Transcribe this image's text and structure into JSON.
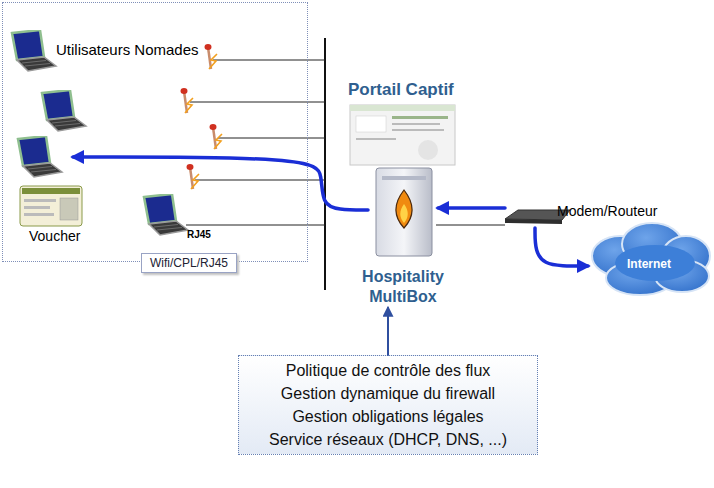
{
  "diagram": {
    "nodes": [
      {
        "text": [
          "Utilisateurs Nomades",
          "Wifi/CPL/RJ45"
        ]
      },
      {
        "text": [
          "Voucher"
        ],
        "in": 0
      },
      {
        "text": [
          "Portail Captif"
        ]
      },
      {
        "text": [
          "Hospitality MultiBox"
        ]
      },
      {
        "text": [
          "Modem/Routeur"
        ]
      },
      {
        "text": [
          "Internet"
        ]
      },
      {
        "text": [
          "Politique de contrôle des flux",
          "Gestion dynamique du firewall",
          "Gestion obligations légales",
          "Service réseaux (DHCP, DNS, ...)"
        ]
      }
    ],
    "edges": [
      {
        "from": 3,
        "to": 1,
        "arrow": "to"
      },
      {
        "from": 4,
        "to": 3,
        "arrow": "to"
      },
      {
        "from": 4,
        "to": 5,
        "arrow": "to"
      },
      {
        "from": 6,
        "to": 3,
        "arrow": "to"
      }
    ],
    "labels": [
      "RJ45"
    ]
  }
}
